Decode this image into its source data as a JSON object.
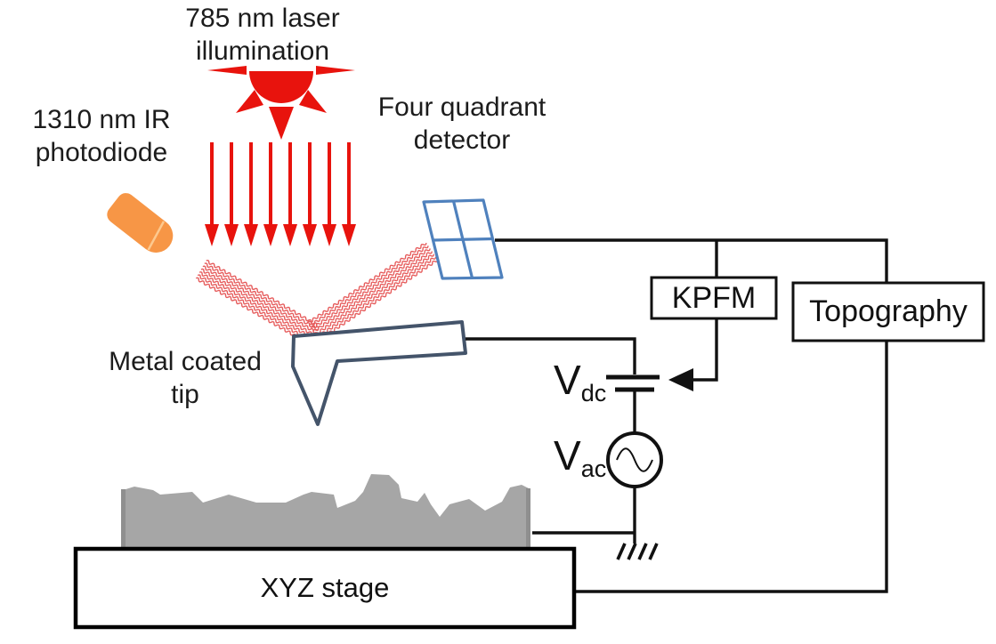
{
  "labels": {
    "laser": {
      "line1": "785 nm laser",
      "line2": "illumination"
    },
    "photodiode": {
      "line1": "1310 nm IR",
      "line2": "photodiode"
    },
    "detector": {
      "line1": "Four quadrant",
      "line2": "detector"
    },
    "tip": {
      "line1": "Metal coated",
      "line2": "tip"
    },
    "kpfm": "KPFM",
    "topography": "Topography",
    "stage": "XYZ stage",
    "vdc_main": "V",
    "vdc_sub": "dc",
    "vac_main": "V",
    "vac_sub": "ac"
  },
  "icons": {
    "sun": "laser-sun-icon",
    "beams": "laser-beam-arrows-icon",
    "photodiode": "ir-photodiode-icon",
    "scatter": "scattered-ir-waves-icon",
    "detector": "four-quadrant-detector-icon",
    "cantilever": "cantilever-tip-icon",
    "capacitor": "dc-bias-capacitor-icon",
    "ac_source": "ac-source-sine-icon",
    "ground": "ground-icon",
    "feedback_arrow": "kpfm-feedback-arrow-icon",
    "sample": "rough-sample-shape"
  },
  "colors": {
    "laser_red": "#e8130d",
    "scatter_red": "#e65c5c",
    "photodiode_orange": "#f79646",
    "detector_blue": "#4f81bd",
    "cantilever_slate": "#44546a",
    "sample_gray": "#a6a6a6",
    "sample_edge_gray": "#8f8f8f",
    "wire_black": "#111111"
  }
}
